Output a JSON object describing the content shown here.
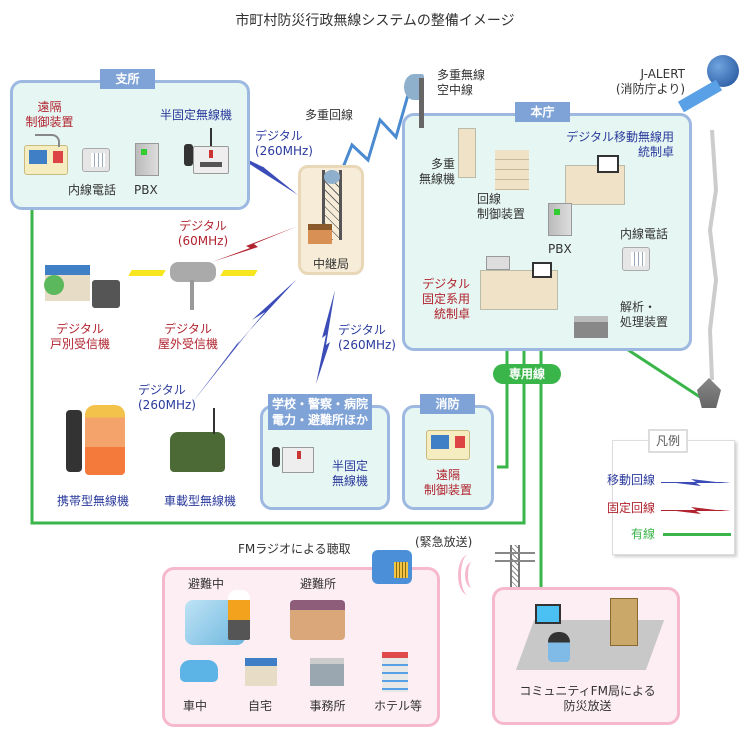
{
  "title": "市町村防災行政無線システムの整備イメージ",
  "branch": {
    "tab": "支所",
    "remote_control_label": "遠隔\n制御装置",
    "semi_fixed_radio_label": "半固定無線機",
    "ext_phone_label": "内線電話",
    "pbx_label": "PBX"
  },
  "links": {
    "digital_260_a": "デジタル\n(260MHz)",
    "digital_60": "デジタル\n(60MHz)",
    "digital_260_b": "デジタル\n(260MHz)",
    "digital_260_c": "デジタル\n(260MHz)",
    "multiplex_line": "多重回線"
  },
  "relay_station": {
    "label": "中継局"
  },
  "main_office": {
    "tab": "本庁",
    "antenna_label": "多重無線\n空中線",
    "multiplex_radio_label": "多重\n無線機",
    "line_control_label": "回線\n制御装置",
    "mobile_console_label": "デジタル移動無線用\n統制卓",
    "pbx_label": "PBX",
    "ext_phone_label": "内線電話",
    "fixed_console_label": "デジタル\n固定系用\n統制卓",
    "analysis_label": "解析・\n処理装置"
  },
  "jalert": {
    "label": "J-ALERT\n(消防庁より)"
  },
  "receivers": {
    "household_label": "デジタル\n戸別受信機",
    "outdoor_label": "デジタル\n屋外受信機",
    "handheld_label": "携帯型無線機",
    "vehicle_label": "車載型無線機"
  },
  "facilities": {
    "tab": "学校・警察・病院\n電力・避難所ほか",
    "radio_label": "半固定\n無線機"
  },
  "fire_dept": {
    "tab": "消防",
    "remote_control_label": "遠隔\n制御装置"
  },
  "dedicated_line": "専用線",
  "legend": {
    "title": "凡例",
    "items": [
      {
        "label": "移動回線",
        "color": "#3b4cb8"
      },
      {
        "label": "固定回線",
        "color": "#b0232f"
      },
      {
        "label": "有線",
        "color": "#3ab54a"
      }
    ]
  },
  "fm": {
    "listening_label": "FMラジオによる聴取",
    "emergency_label": "(緊急放送)",
    "places": [
      "避難中",
      "避難所",
      "車中",
      "自宅",
      "事務所",
      "ホテル等"
    ],
    "station_label": "コミュニティFM局による\n防災放送"
  },
  "colors": {
    "mobile": "#3b4cb8",
    "fixed": "#b0232f",
    "wired": "#3ab54a",
    "panel_border": "#9db9e2",
    "panel_bg": "#e6f6f2",
    "tab_bg": "#7fa3d6"
  }
}
